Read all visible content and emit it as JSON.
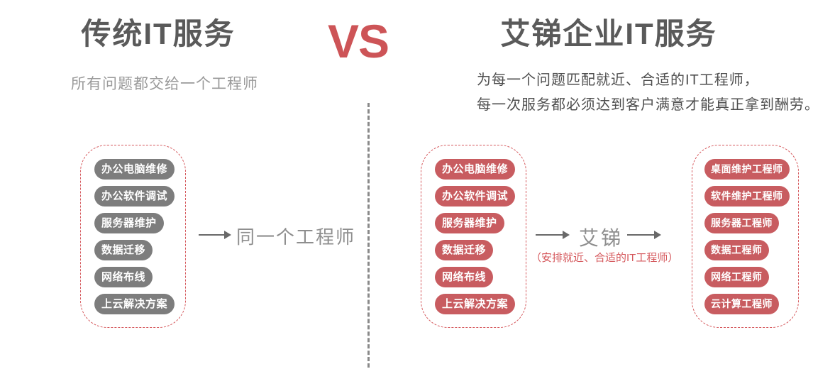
{
  "left": {
    "title": "传统IT服务",
    "subtitle": "所有问题都交给一个工程师",
    "services": [
      "办公电脑维修",
      "办公软件调试",
      "服务器维护",
      "数据迁移",
      "网络布线",
      "上云解决方案"
    ],
    "result": "同一个工程师"
  },
  "vs_label": "VS",
  "right": {
    "title": "艾锑企业IT服务",
    "subtitle_line1": "为每一个问题匹配就近、合适的IT工程师，",
    "subtitle_line2": "每一次服务都必须达到客户满意才能真正拿到酬劳。",
    "services": [
      "办公电脑维修",
      "办公软件调试",
      "服务器维护",
      "数据迁移",
      "网络布线",
      "上云解决方案"
    ],
    "broker": "艾锑",
    "broker_note": "（安排就近、合适的IT工程师）",
    "engineers": [
      "桌面维护工程师",
      "软件维护工程师",
      "服务器工程师",
      "数据工程师",
      "网络工程师",
      "云计算工程师"
    ]
  },
  "colors": {
    "title_gray": "#5a5a5a",
    "muted_gray": "#9a9a9a",
    "text_dark": "#4e4e4e",
    "red_accent": "#cd5457",
    "pill_gray": "#7d7d7d",
    "pill_red": "#c85c60",
    "border_red": "#d5585c",
    "arrow_gray": "#696969",
    "divider_gray": "#8a8a8a",
    "result_gray": "#8e8e8e"
  }
}
